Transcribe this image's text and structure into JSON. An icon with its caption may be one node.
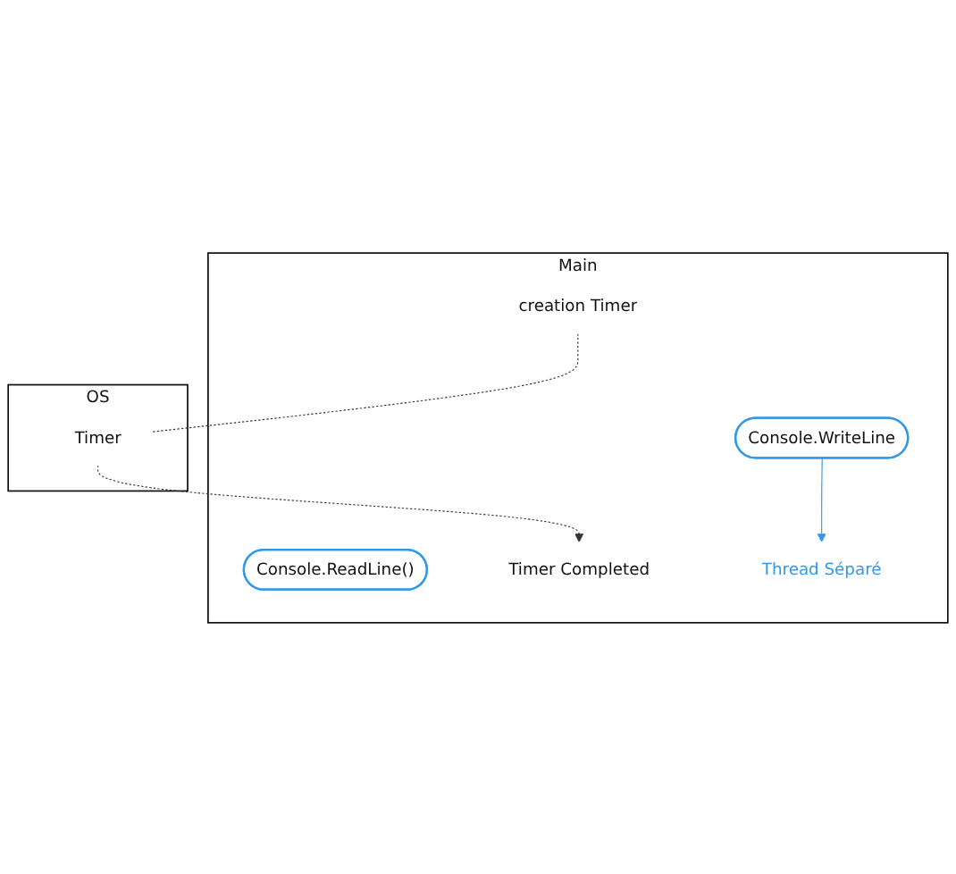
{
  "diagram": {
    "nodes": [
      {
        "text": [
          "Main"
        ]
      },
      {
        "text": [
          "creation Timer"
        ],
        "in": 0
      },
      {
        "text": [
          "Console.ReadLine()"
        ],
        "in": 0
      },
      {
        "text": [
          "Timer Completed"
        ],
        "in": 0
      },
      {
        "text": [
          "Console.WriteLine"
        ],
        "in": 0
      },
      {
        "text": [
          "Thread Séparé"
        ],
        "in": 0
      },
      {
        "text": [
          "OS"
        ]
      },
      {
        "text": [
          "Timer"
        ],
        "in": 6
      }
    ],
    "edges": [
      {
        "from": 1,
        "to": 7,
        "arrow": "none",
        "style": "dashed"
      },
      {
        "from": 7,
        "to": 3,
        "arrow": "to",
        "style": "dashed"
      },
      {
        "from": 4,
        "to": 5,
        "arrow": "to",
        "color": "#3399e6"
      }
    ]
  }
}
